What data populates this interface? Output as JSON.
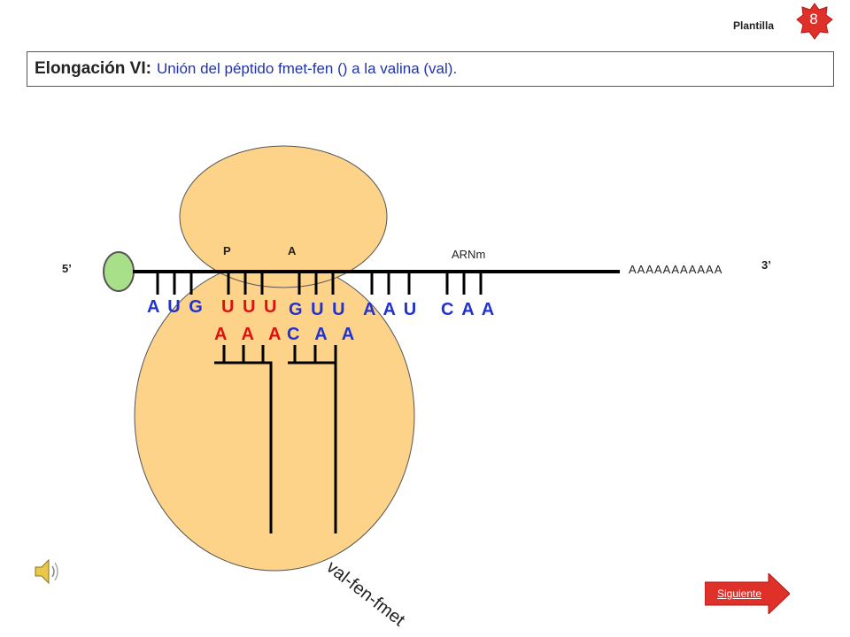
{
  "header": {
    "template_label": "Plantilla",
    "badge_number": "8"
  },
  "title": {
    "strong": "Elongación VI:",
    "rest": "Unión del péptido fmet-fen  ()  a la valina (val)."
  },
  "diagram": {
    "site_p": "P",
    "site_a": "A",
    "mrna_label": "ARNm",
    "five_prime": "5’",
    "three_prime": "3’",
    "poly_a": "AAAAAAAAAAA",
    "codons": [
      "A U G",
      "U U U",
      "G U U",
      "A A U",
      "C A A"
    ],
    "anticodon_left": "A A A",
    "anticodon_right": "C A A",
    "chain_label": "val-fen-fmet"
  },
  "footer": {
    "next_label": "Siguiente"
  },
  "colors": {
    "ribosome": "#fdd38a",
    "cap": "#a8e08a",
    "codon_blue": "#2233cc",
    "anticodon_red": "#dd1111",
    "button_red": "#e0302a"
  },
  "icons": [
    "speaker-icon",
    "star-badge-icon"
  ]
}
